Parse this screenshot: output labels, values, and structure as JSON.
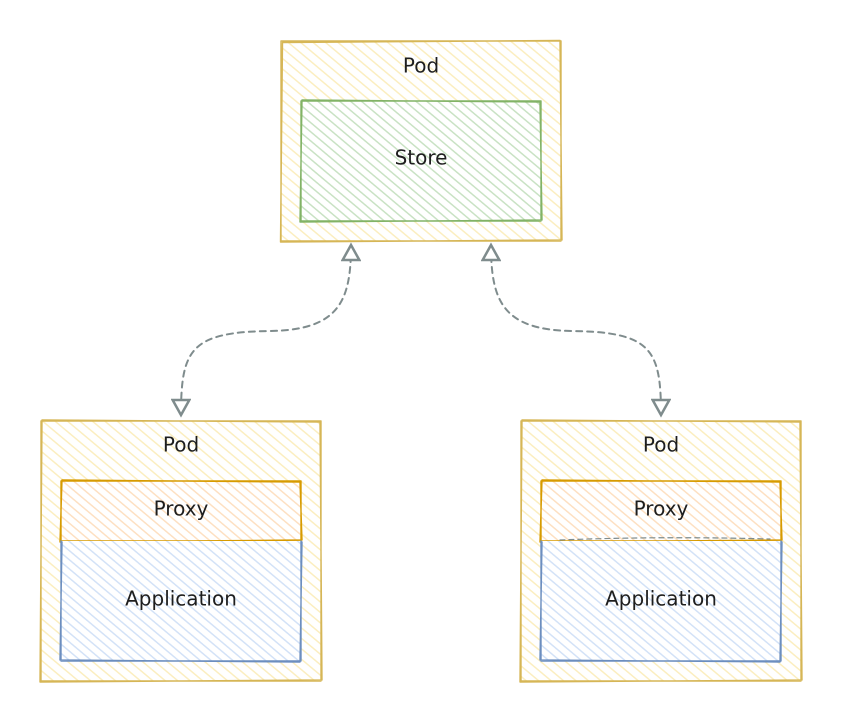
{
  "diagram": {
    "top_pod": {
      "label": "Pod",
      "store_label": "Store"
    },
    "left_pod": {
      "label": "Pod",
      "proxy_label": "Proxy",
      "app_label": "Application"
    },
    "right_pod": {
      "label": "Pod",
      "proxy_label": "Proxy",
      "app_label": "Application"
    },
    "colors": {
      "pod_stroke": "#d6b656",
      "pod_fill": "#fff2cc",
      "store_stroke": "#82b366",
      "store_fill": "#d5e8d4",
      "proxy_stroke": "#d79b00",
      "proxy_fill": "#ffe6cc",
      "app_stroke": "#6c8ebf",
      "app_fill": "#dae8fc",
      "connector": "#7f8c8d"
    }
  }
}
